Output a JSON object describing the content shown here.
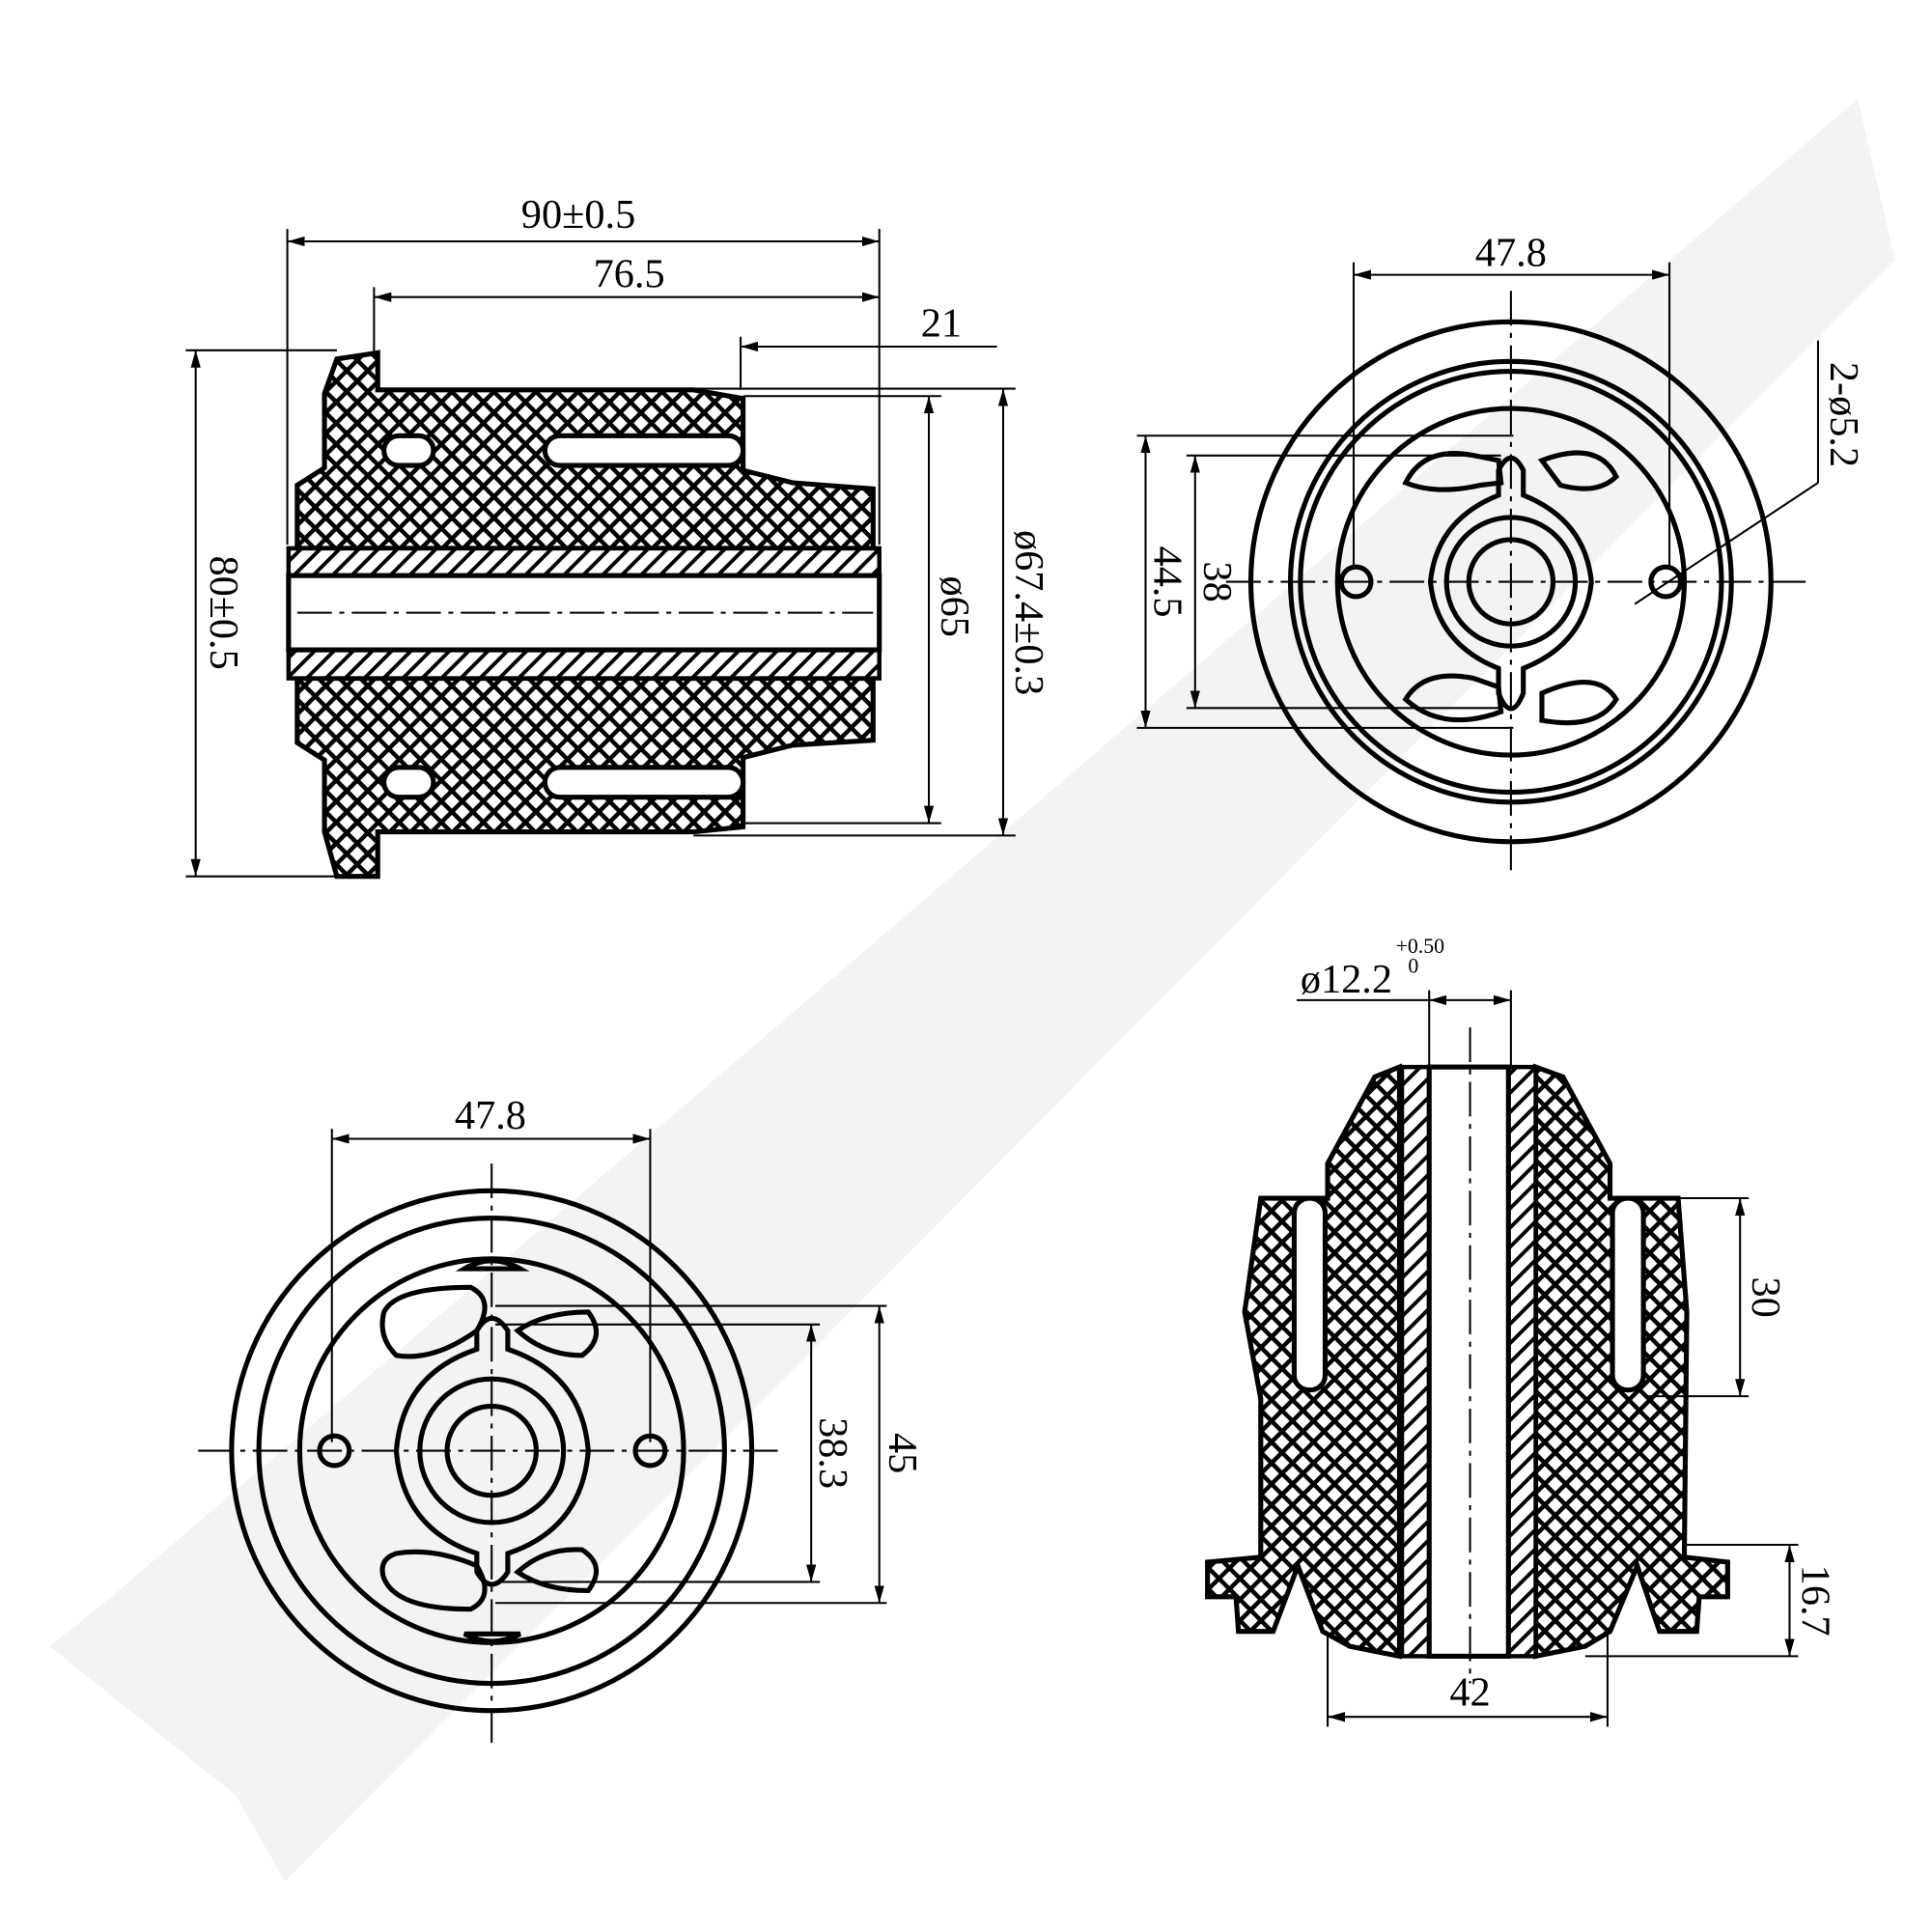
{
  "drawing": {
    "side_section": {
      "overall_length": "90±0.5",
      "body_length": "76.5",
      "step_length": "21",
      "outer_diameter": "ø67.4±0.3",
      "inner_diameter": "ø65",
      "flange_diameter": "80±0.5"
    },
    "end_view_top": {
      "hole_spacing": "47.8",
      "hole_spec": "2-ø5.2",
      "outer_height": "44.5",
      "inner_height": "38"
    },
    "end_view_bottom": {
      "hole_spacing": "47.8",
      "inner_height": "38.3",
      "outer_height": "45"
    },
    "section_view": {
      "bore_diameter": "ø12.2",
      "bore_tol_upper": "+0.50",
      "bore_tol_lower": "0",
      "slot_depth": "30",
      "flange_height": "16.7",
      "base_width": "42"
    },
    "colors": {
      "ink": "#000000",
      "paper": "#ffffff",
      "watermark": "#f3f3f3"
    }
  }
}
